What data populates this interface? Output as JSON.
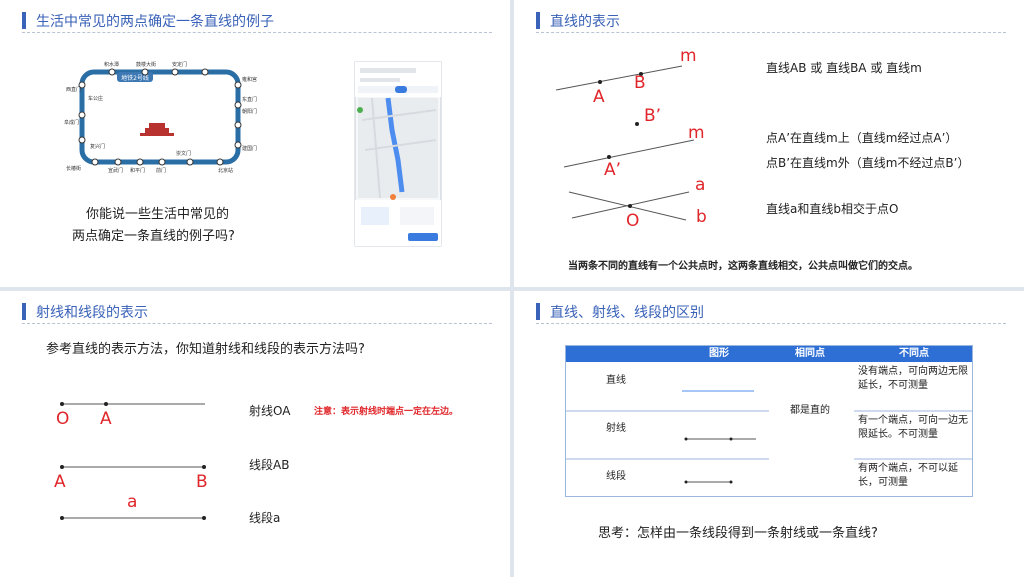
{
  "panel1": {
    "title": "生活中常见的两点确定一条直线的例子",
    "question_line1": "你能说一些生活中常见的",
    "question_line2": "两点确定一条直线的例子吗?",
    "subway_line": "地铁2号线",
    "subway_stations": [
      "积水潭",
      "鼓楼大街",
      "安定门",
      "西直门",
      "雍和宫",
      "车公庄",
      "东直门",
      "阜成门",
      "朝阳门",
      "复兴门",
      "建国门",
      "长椿街",
      "宣武门",
      "和平门",
      "前门",
      "崇文门",
      "北京站"
    ]
  },
  "panel2": {
    "title": "直线的表示",
    "line1_desc": "直线AB 或 直线BA 或 直线m",
    "point_on_desc": "点A’在直线m上（直线m经过点A’）",
    "point_off_desc": "点B’在直线m外（直线m不经过点B’）",
    "intersect_desc": "直线a和直线b相交于点O",
    "conclusion": "当两条不同的直线有一个公共点时，这两条直线相交，公共点叫做它们的交点。",
    "labels": {
      "m1": "m",
      "A": "A",
      "B": "B",
      "Bp": "B’",
      "m2": "m",
      "Ap": "A’",
      "a": "a",
      "O": "O",
      "b": "b"
    }
  },
  "panel3": {
    "title": "射线和线段的表示",
    "question": "参考直线的表示方法，你知道射线和线段的表示方法吗?",
    "ray_name": "射线OA",
    "ray_note": "注意：表示射线时端点一定在左边。",
    "segment_ab": "线段AB",
    "segment_a": "线段a",
    "labels": {
      "O": "O",
      "A1": "A",
      "A2": "A",
      "B": "B",
      "a": "a"
    }
  },
  "panel4": {
    "title": "直线、射线、线段的区别",
    "headers": [
      "图形",
      "相同点",
      "不同点"
    ],
    "rows": [
      {
        "name": "直线",
        "diff": "没有端点，可向两边无限延长，不可测量"
      },
      {
        "name": "射线",
        "diff": "有一个端点，可向一边无限延长。不可测量"
      },
      {
        "name": "线段",
        "diff": "有两个端点，不可以延长，可测量"
      }
    ],
    "common": "都是直的",
    "think": "思考：怎样由一条线段得到一条射线或一条直线?"
  },
  "colors": {
    "accent": "#3a62b8",
    "red": "#e0262a",
    "table_header": "#2e6fd6"
  }
}
